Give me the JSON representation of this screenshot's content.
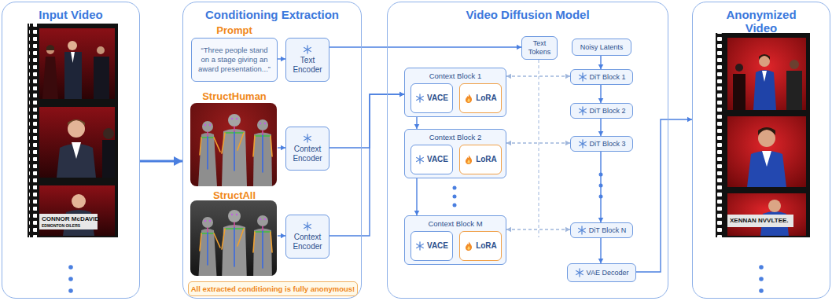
{
  "diagram": {
    "nodes": [
      {
        "text": [
          "Input Video"
        ]
      },
      {
        "text": [
          "Conditioning Extraction"
        ]
      },
      {
        "text": [
          "Prompt",
          "“Three people stand on a stage giving an award presentation...”"
        ],
        "in": 1
      },
      {
        "text": [
          "Text Encoder"
        ],
        "in": 1
      },
      {
        "text": [
          "StructHuman"
        ],
        "in": 1
      },
      {
        "text": [
          "Context Encoder"
        ],
        "in": 1
      },
      {
        "text": [
          "StructAll"
        ],
        "in": 1
      },
      {
        "text": [
          "Context Encoder"
        ],
        "in": 1
      },
      {
        "text": [
          "All extracted conditioning is fully anonymous!"
        ],
        "in": 1
      },
      {
        "text": [
          "Video Diffusion Model"
        ]
      },
      {
        "text": [
          "Text Tokens"
        ],
        "in": 9
      },
      {
        "text": [
          "Noisy Latents"
        ],
        "in": 9
      },
      {
        "text": [
          "Context Block 1"
        ],
        "in": 9
      },
      {
        "text": [
          "VACE"
        ],
        "in": 12
      },
      {
        "text": [
          "LoRA"
        ],
        "in": 12
      },
      {
        "text": [
          "Context Block 2"
        ],
        "in": 9
      },
      {
        "text": [
          "VACE"
        ],
        "in": 15
      },
      {
        "text": [
          "LoRA"
        ],
        "in": 15
      },
      {
        "text": [
          "Context Block M"
        ],
        "in": 9
      },
      {
        "text": [
          "VACE"
        ],
        "in": 18
      },
      {
        "text": [
          "LoRA"
        ],
        "in": 18
      },
      {
        "text": [
          "DiT Block 1"
        ],
        "in": 9
      },
      {
        "text": [
          "DiT Block 2"
        ],
        "in": 9
      },
      {
        "text": [
          "DiT Block 3"
        ],
        "in": 9
      },
      {
        "text": [
          "DiT Block N"
        ],
        "in": 9
      },
      {
        "text": [
          "VAE Decoder"
        ],
        "in": 9
      },
      {
        "text": [
          "Anonymized Video"
        ]
      }
    ],
    "edges": [
      {
        "from": 0,
        "to": 1,
        "arrow": "to"
      },
      {
        "from": 2,
        "to": 3,
        "arrow": "to"
      },
      {
        "from": 3,
        "to": 10,
        "arrow": "to"
      },
      {
        "from": 4,
        "to": 5,
        "arrow": "to"
      },
      {
        "from": 6,
        "to": 7,
        "arrow": "to"
      },
      {
        "from": 5,
        "to": 12,
        "arrow": "to"
      },
      {
        "from": 7,
        "to": 12,
        "arrow": "to"
      },
      {
        "from": 12,
        "to": 15,
        "arrow": "to"
      },
      {
        "from": 15,
        "to": 18,
        "arrow": "to"
      },
      {
        "from": 12,
        "to": 21,
        "arrow": "both"
      },
      {
        "from": 15,
        "to": 23,
        "arrow": "both"
      },
      {
        "from": 18,
        "to": 24,
        "arrow": "both"
      },
      {
        "from": 11,
        "to": 21,
        "arrow": "to"
      },
      {
        "from": 21,
        "to": 22,
        "arrow": "to"
      },
      {
        "from": 22,
        "to": 23,
        "arrow": "to"
      },
      {
        "from": 23,
        "to": 24,
        "arrow": "to"
      },
      {
        "from": 24,
        "to": 25,
        "arrow": "to"
      },
      {
        "from": 25,
        "to": 26,
        "arrow": "to"
      }
    ],
    "labels": [
      "CONNOR McDAVID",
      "EDMONTON OILERS",
      "XENNAN NVVLTEE."
    ]
  }
}
